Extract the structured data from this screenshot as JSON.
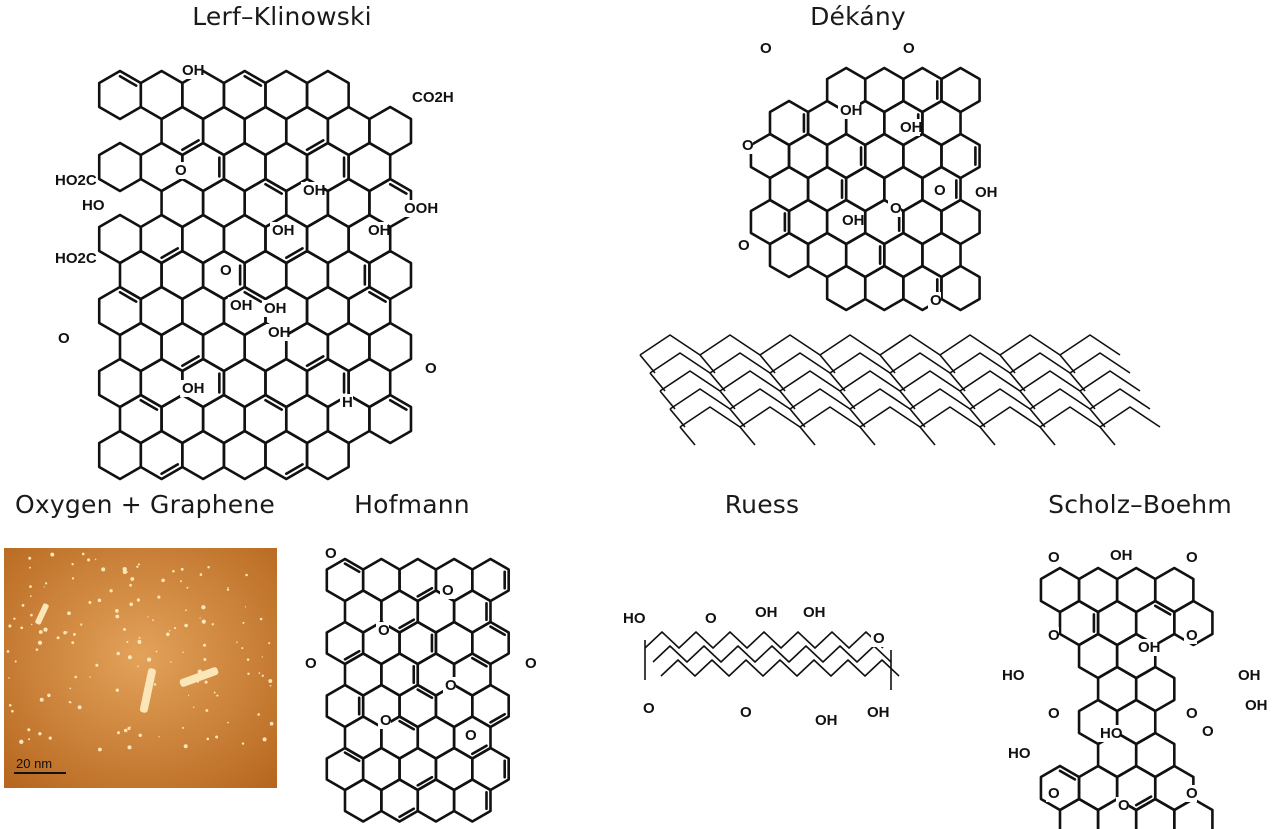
{
  "titles": {
    "lerf": "Lerf–Klinowski",
    "dekany": "Dékány",
    "oxygen": "Oxygen + Graphene",
    "hofmann": "Hofmann",
    "ruess": "Ruess",
    "scholz": "Scholz–Boehm"
  },
  "afm": {
    "scale_label": "20 nm",
    "colors": {
      "dark": "#b5651d",
      "light": "#e3a25a",
      "spot": "#fbe6b8"
    }
  },
  "labels": {
    "lerf": [
      "OH",
      "CO2H",
      "HO2C",
      "O",
      "HO",
      "OOH",
      "OH",
      "OH",
      "OH",
      "OH",
      "HO2C",
      "OH",
      "OH",
      "O",
      "O",
      "OH",
      "H",
      "O"
    ],
    "dekany": [
      "O",
      "O",
      "OH",
      "OH",
      "O",
      "OH",
      "OH",
      "O",
      "O",
      "O",
      "O"
    ],
    "hofmann": [
      "O",
      "O",
      "O",
      "O",
      "O",
      "O",
      "O",
      "O"
    ],
    "ruess": [
      "HO",
      "O",
      "OH",
      "OH",
      "O",
      "O",
      "O",
      "OH",
      "OH"
    ],
    "scholz": [
      "O",
      "OH",
      "O",
      "O",
      "O",
      "OH",
      "HO",
      "OH",
      "OH",
      "HO",
      "HO",
      "O",
      "O",
      "O",
      "O",
      "O",
      "O"
    ]
  }
}
